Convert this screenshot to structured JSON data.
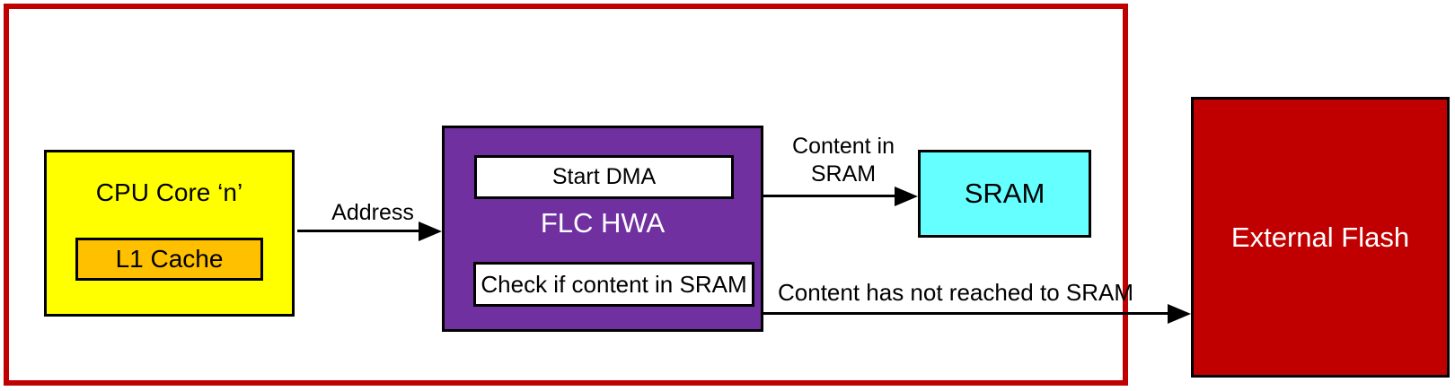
{
  "nodes": {
    "cpu_core": {
      "label": "CPU Core ‘n’"
    },
    "l1_cache": {
      "label": "L1 Cache"
    },
    "flc_hwa": {
      "label": "FLC HWA"
    },
    "start_dma": {
      "label": "Start DMA"
    },
    "check_if_content": {
      "label": "Check if content in SRAM"
    },
    "sram": {
      "label": "SRAM"
    },
    "external_flash": {
      "label": "External Flash"
    }
  },
  "edges": {
    "address": {
      "label": "Address"
    },
    "content_in_sram": {
      "line1": "Content in",
      "line2": "SRAM"
    },
    "content_not_reached": {
      "label": "Content has not reached to SRAM"
    }
  },
  "colors": {
    "frame_border": "#C00000",
    "cpu_core_fill": "#FFFF00",
    "l1_cache_fill": "#FFC000",
    "flc_hwa_fill": "#7030A0",
    "inner_box_fill": "#FFFFFF",
    "sram_fill": "#66FFFF",
    "external_flash_fill": "#C00000",
    "arrow_line": "#000000",
    "text_dark": "#000000",
    "text_light": "#FFFFFF"
  }
}
